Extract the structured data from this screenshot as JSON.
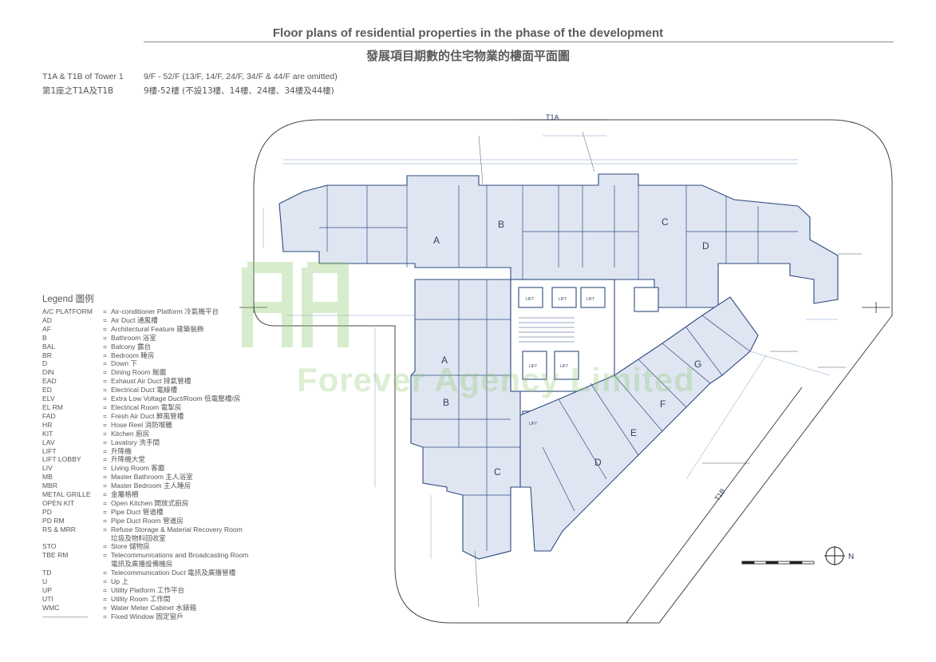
{
  "header": {
    "title_en": "Floor plans of residential properties in the phase of the development",
    "title_zh": "發展項目期數的住宅物業的樓面平面圖"
  },
  "subheader": {
    "tower_en": "T1A & T1B of Tower 1",
    "floors_en": "9/F - 52/F (13/F, 14/F, 24/F, 34/F & 44/F are omitted)",
    "tower_zh": "第1座之T1A及T1B",
    "floors_zh": "9樓-52樓 (不設13樓、14樓、24樓、34樓及44樓)"
  },
  "legend": {
    "title": "Legend 圖例",
    "items": [
      {
        "abbr": "A/C PLATFORM",
        "desc": "Air-conditioner Platform 冷氣機平台"
      },
      {
        "abbr": "AD",
        "desc": "Air Duct 通風槽"
      },
      {
        "abbr": "AF",
        "desc": "Architectural Feature 建築裝飾"
      },
      {
        "abbr": "B",
        "desc": "Bathroom 浴室"
      },
      {
        "abbr": "BAL",
        "desc": "Balcony 露台"
      },
      {
        "abbr": "BR",
        "desc": "Bedroom 睡房"
      },
      {
        "abbr": "D",
        "desc": "Down 下"
      },
      {
        "abbr": "DIN",
        "desc": "Dining Room 飯廳"
      },
      {
        "abbr": "EAD",
        "desc": "Exhaust Air Duct 排氣管槽"
      },
      {
        "abbr": "ED",
        "desc": "Electrical Duct 電線槽"
      },
      {
        "abbr": "ELV",
        "desc": "Extra Low Voltage Duct/Room 低電壓槽/房"
      },
      {
        "abbr": "EL RM",
        "desc": "Electrical Room 電掣房"
      },
      {
        "abbr": "FAD",
        "desc": "Fresh Air Duct 鮮風管槽"
      },
      {
        "abbr": "HR",
        "desc": "Hose Reel 消防喉轆"
      },
      {
        "abbr": "KIT",
        "desc": "Kitchen 廚房"
      },
      {
        "abbr": "LAV",
        "desc": "Lavatory 洗手間"
      },
      {
        "abbr": "LIFT",
        "desc": "升降機"
      },
      {
        "abbr": "LIFT LOBBY",
        "desc": "升降機大堂"
      },
      {
        "abbr": "LIV",
        "desc": "Living Room 客廳"
      },
      {
        "abbr": "MB",
        "desc": "Master Bathroom 主人浴室"
      },
      {
        "abbr": "MBR",
        "desc": "Master Bedroom 主人睡房"
      },
      {
        "abbr": "METAL GRILLE",
        "desc": "金屬格柵"
      },
      {
        "abbr": "OPEN KIT",
        "desc": "Open Kitchen 開放式廚房"
      },
      {
        "abbr": "PD",
        "desc": "Pipe Duct 管道槽"
      },
      {
        "abbr": "PD RM",
        "desc": "Pipe Duct Room 管道房"
      },
      {
        "abbr": "RS & MRR",
        "desc": "Refuse Storage & Material Recovery Room"
      },
      {
        "abbr": "",
        "desc": "垃圾及物料回收室"
      },
      {
        "abbr": "STO",
        "desc": "Store 儲物房"
      },
      {
        "abbr": "TBE RM",
        "desc": "Telecommunications and Broadcasting Room"
      },
      {
        "abbr": "",
        "desc": "電訊及廣播設備機房"
      },
      {
        "abbr": "TD",
        "desc": "Telecommunication Duct 電訊及廣播管槽"
      },
      {
        "abbr": "U",
        "desc": "Up 上"
      },
      {
        "abbr": "UP",
        "desc": "Utility Platform 工作平台"
      },
      {
        "abbr": "UTI",
        "desc": "Utility Room 工作間"
      },
      {
        "abbr": "WMC",
        "desc": "Water Meter Cabinet 水錶箱"
      },
      {
        "abbr": "--------------------",
        "desc": "Fixed Window 固定窗戶"
      }
    ]
  },
  "plan": {
    "tower_top_label": "T1A",
    "tower_diag_label": "T1B",
    "t1a_units": [
      "A",
      "B",
      "C",
      "D"
    ],
    "t1b_units": [
      "A",
      "B",
      "C",
      "D",
      "E",
      "F",
      "G"
    ],
    "lift_label": "LIFT",
    "north_label": "N"
  },
  "watermark": {
    "text": "Forever Agency Limited"
  },
  "colors": {
    "plan_line": "#2f4a80",
    "plan_fill": "#dfe6f2",
    "dimension": "#7b9cc8",
    "watermark": "#8cc86e"
  }
}
